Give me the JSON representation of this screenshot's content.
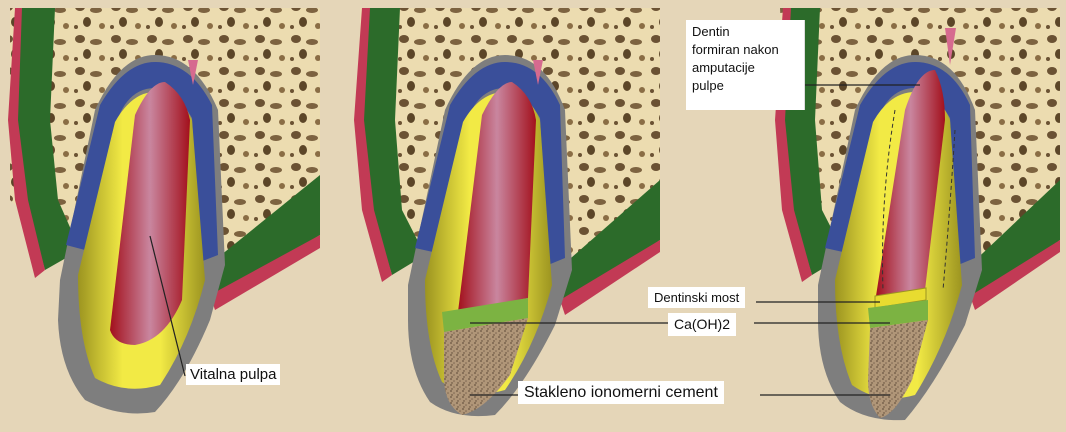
{
  "labels": {
    "vitalna_pulpa": "Vitalna pulpa",
    "stakleno_cement": "Stakleno ionomerni cement",
    "caoh2": "Ca(OH)2",
    "dentinski_most": "Dentinski most",
    "dentin_formiran": "Dentin\nformiran nakon\namputacije\npulpe"
  },
  "colors": {
    "background": "#e5d6b8",
    "bone": "#f0dfb5",
    "bone_cavity": "#7a5f3a",
    "gingiva": "#c23a55",
    "gingiva_dark": "#1f5a23",
    "enamel_blue": "#3a4f9a",
    "dentin_yellow": "#e8dc30",
    "pulp_red": "#c21f2a",
    "cement_gray": "#8a8a8a",
    "caoh_green": "#7cb342",
    "glass_ionomer": "#a38a6c"
  }
}
